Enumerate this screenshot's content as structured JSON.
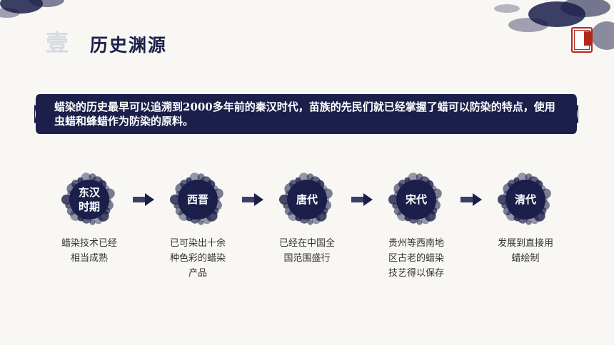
{
  "header": {
    "section_number": "壹",
    "title": "历史渊源"
  },
  "banner": {
    "text": "蜡染的历史最早可以追溯到2000多年前的秦汉时代，苗族的先民们就已经掌握了蜡可以防染的特点，使用虫蜡和蜂蜡作为防染的原料。"
  },
  "colors": {
    "navy": "#1b1f4a",
    "seal_red": "#b3261e",
    "background": "#f9f7f3"
  },
  "timeline": [
    {
      "label": "东汉\n时期",
      "desc": "蜡染技术已经\n相当成熟"
    },
    {
      "label": "西晋",
      "desc": "已可染出十余\n种色彩的蜡染\n产品"
    },
    {
      "label": "唐代",
      "desc": "已经在中国全\n国范围盛行"
    },
    {
      "label": "宋代",
      "desc": "贵州等西南地\n区古老的蜡染\n技艺得以保存"
    },
    {
      "label": "清代",
      "desc": "发展到直接用\n蜡绘制"
    }
  ]
}
